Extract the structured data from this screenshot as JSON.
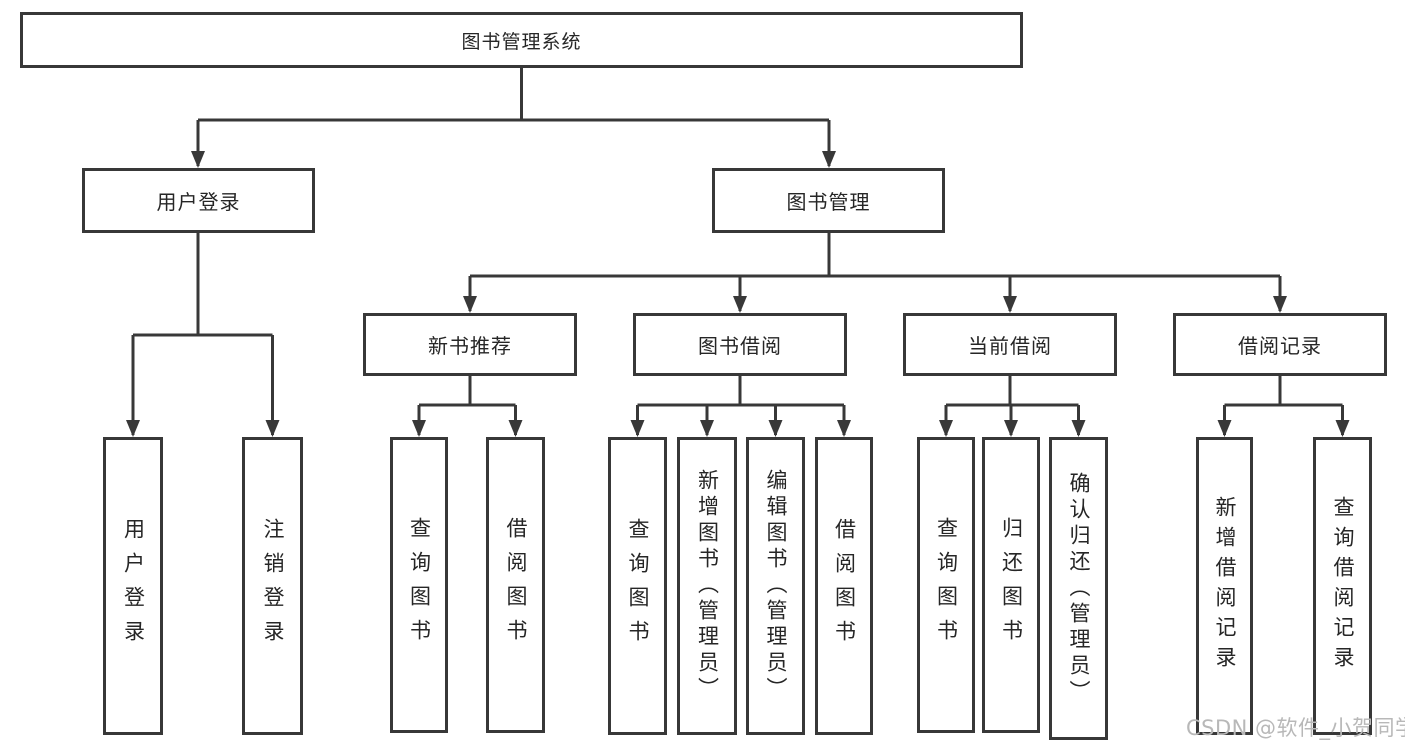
{
  "tree": {
    "root": {
      "label": "图书管理系统"
    },
    "children": [
      {
        "label": "用户登录",
        "children": [
          {
            "label": "用户登录"
          },
          {
            "label": "注销登录"
          }
        ]
      },
      {
        "label": "图书管理",
        "children": [
          {
            "label": "新书推荐",
            "children": [
              {
                "label": "查询图书"
              },
              {
                "label": "借阅图书"
              }
            ]
          },
          {
            "label": "图书借阅",
            "children": [
              {
                "label": "查询图书"
              },
              {
                "label": "新增图书（管理员）"
              },
              {
                "label": "编辑图书（管理员）"
              },
              {
                "label": "借阅图书"
              }
            ]
          },
          {
            "label": "当前借阅",
            "children": [
              {
                "label": "查询图书"
              },
              {
                "label": "归还图书"
              },
              {
                "label": "确认归还（管理员）"
              }
            ]
          },
          {
            "label": "借阅记录",
            "children": [
              {
                "label": "新增借阅记录"
              },
              {
                "label": "查询借阅记录"
              }
            ]
          }
        ]
      }
    ]
  },
  "watermark": {
    "text": "CSDN @软件_小贺同学",
    "color": "#b8b8b8"
  },
  "colors": {
    "line": "#383838",
    "text": "#262626",
    "background": "#ffffff"
  }
}
